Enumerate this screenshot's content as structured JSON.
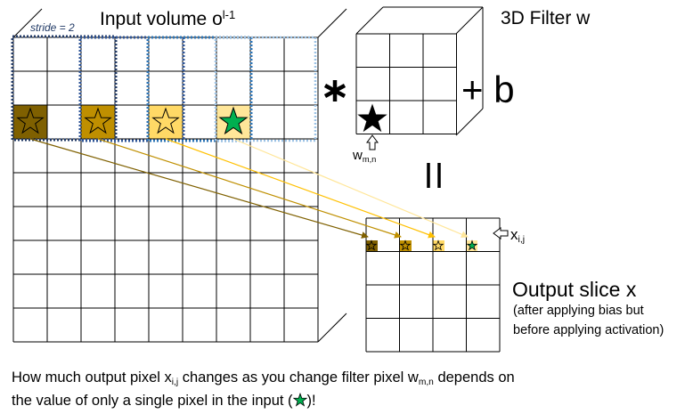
{
  "input_title": "Input volume o",
  "input_title_sup": "l-1",
  "filter_title": "3D Filter w",
  "stride_label": "stride = 2",
  "plus_b": "+ b",
  "w_label": "w",
  "w_sub": "m,n",
  "x_label": "x",
  "x_sub": "i,j",
  "output_title": "Output slice x",
  "output_note_line1": "(after applying bias but",
  "output_note_line2": "before applying activation)",
  "caption_part1": "How much output pixel x",
  "caption_sub1": "i,j",
  "caption_part2": " changes as you change filter pixel w",
  "caption_sub2": "m,n",
  "caption_part3": " depends on",
  "caption_line2_start": "the value of only a single pixel in the input (",
  "caption_line2_end": ")!",
  "colors": {
    "grid": "#000000",
    "dark_brown": "#7f6000",
    "gold": "#bf8f00",
    "light_yellow": "#ffd966",
    "pale_yellow": "#ffe699",
    "green_star": "#00b050",
    "window1": "#203864",
    "window2": "#2f5597",
    "window3": "#2e75b6",
    "window4": "#9dc3e6"
  }
}
